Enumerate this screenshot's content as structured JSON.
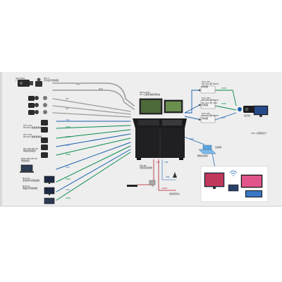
{
  "source_devices": {
    "camera_top": [
      "SM-5300",
      "广播摄像机"
    ],
    "rack_top": [
      "HZ-3",
      "高清视讯控制器"
    ],
    "ptz_group_1": [
      "PTC-150",
      "HD/SDI 数据摄像机"
    ],
    "ptz_group_2": [
      "PTC-150",
      "HD/SDI 数据摄像机"
    ],
    "ptz_group_3": [
      "NV-180-PB-38",
      "网络视频服务"
    ],
    "laptop_group": [
      "NVP-380-PB-38",
      "网络编码"
    ],
    "pc_a": [
      "NGP-3L",
      "多媒体影音播放器"
    ],
    "pc_b": [
      "NGP-3L",
      "电脑影音播放器"
    ]
  },
  "console": [
    "NMI-2300",
    "HD 口播导播机控制台"
  ],
  "center_audio": [
    "MK-3B",
    "音频混音控制"
  ],
  "center_labels": [
    "AUX",
    "USB",
    "PA",
    "音频调音台"
  ],
  "output_devices": {
    "dac_1": [
      "DAC-4B",
      "HD-SDI 转 HDMI",
      "转换器"
    ],
    "dac_2": [
      "DAC-4B",
      "HD-SDI 转 HDMI",
      "HD-SDI 转 VGA",
      "转换器"
    ],
    "dac_3": [
      "DAC-4B",
      "HD-SDI 转 HDMI",
      "转换器"
    ],
    "projector": [
      "投影机"
    ],
    "led_wall": [
      "LED 大屏幕显示"
    ],
    "router": [
      "网络交换机"
    ],
    "network": [
      "互联网"
    ]
  },
  "line_tags": {
    "sdi": "SDI",
    "hdmi": "HDMI",
    "vga": "VGA",
    "audio": "AUDIO",
    "usb": "USB",
    "link": "LINK"
  },
  "colors": {
    "sdi": "#9c9c9c",
    "hdmi": "#0b8a4f",
    "vga": "#1a5fae",
    "audio": "#b21d2b",
    "panel": "#eeeeee",
    "console": "#202022"
  }
}
